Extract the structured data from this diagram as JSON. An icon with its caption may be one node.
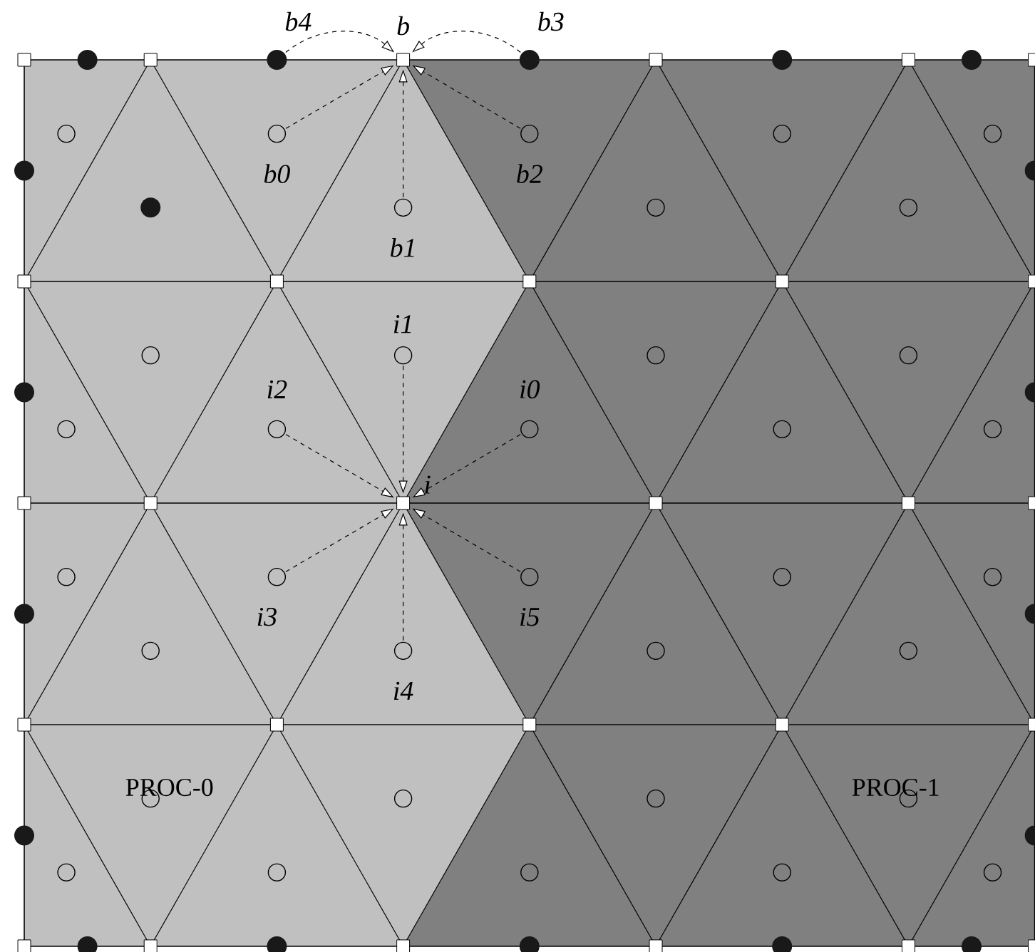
{
  "diagram": {
    "nodes": [
      {
        "text": [
          "b4"
        ]
      },
      {
        "text": [
          "b"
        ]
      },
      {
        "text": [
          "b3"
        ]
      },
      {
        "text": [
          "b0"
        ]
      },
      {
        "text": [
          "b2"
        ]
      },
      {
        "text": [
          "b1"
        ]
      },
      {
        "text": [
          "i1"
        ]
      },
      {
        "text": [
          "i2"
        ]
      },
      {
        "text": [
          "i0"
        ]
      },
      {
        "text": [
          "i"
        ]
      },
      {
        "text": [
          "i3"
        ]
      },
      {
        "text": [
          "i5"
        ]
      },
      {
        "text": [
          "i4"
        ]
      },
      {
        "text": [],
        "shape": "circle"
      },
      {
        "text": [],
        "shape": "circle"
      },
      {
        "text": [],
        "shape": "dot"
      },
      {
        "text": [],
        "shape": "circle"
      },
      {
        "text": [],
        "shape": "circle"
      },
      {
        "text": [],
        "shape": "circle"
      },
      {
        "text": [],
        "shape": "circle"
      },
      {
        "text": [],
        "shape": "circle"
      },
      {
        "text": [],
        "shape": "circle"
      },
      {
        "text": [],
        "shape": "circle"
      },
      {
        "text": [],
        "shape": "circle"
      },
      {
        "text": [],
        "shape": "circle"
      },
      {
        "text": [],
        "shape": "circle"
      },
      {
        "text": [],
        "shape": "circle"
      },
      {
        "text": [],
        "shape": "circle"
      },
      {
        "text": [],
        "shape": "circle"
      },
      {
        "text": [],
        "shape": "circle"
      },
      {
        "text": [],
        "shape": "circle"
      },
      {
        "text": [],
        "shape": "circle"
      },
      {
        "text": [],
        "shape": "circle"
      },
      {
        "text": [],
        "shape": "circle"
      },
      {
        "text": [],
        "shape": "circle"
      },
      {
        "text": [],
        "shape": "circle"
      },
      {
        "text": [],
        "shape": "circle"
      },
      {
        "text": [],
        "shape": "circle"
      },
      {
        "text": [],
        "shape": "circle"
      },
      {
        "text": [],
        "shape": "circle"
      },
      {
        "text": [],
        "shape": "dot"
      },
      {
        "text": [],
        "shape": "dot"
      },
      {
        "text": [],
        "shape": "dot"
      },
      {
        "text": [],
        "shape": "dot"
      },
      {
        "text": [],
        "shape": "dot"
      },
      {
        "text": [],
        "shape": "dot"
      },
      {
        "text": [],
        "shape": "dot"
      },
      {
        "text": [],
        "shape": "dot"
      },
      {
        "text": [],
        "shape": "dot"
      },
      {
        "text": [],
        "shape": "dot"
      },
      {
        "text": [],
        "shape": "dot"
      },
      {
        "text": [],
        "shape": "dot"
      },
      {
        "text": [],
        "shape": "dot"
      },
      {
        "text": [],
        "shape": "dot"
      },
      {
        "text": [],
        "shape": "dot"
      },
      {
        "text": [],
        "shape": "dot"
      },
      {
        "text": [],
        "shape": "box"
      },
      {
        "text": [],
        "shape": "box"
      },
      {
        "text": [],
        "shape": "box"
      },
      {
        "text": [],
        "shape": "box"
      },
      {
        "text": [],
        "shape": "box"
      },
      {
        "text": [],
        "shape": "box"
      },
      {
        "text": [],
        "shape": "box"
      },
      {
        "text": [],
        "shape": "box"
      },
      {
        "text": [],
        "shape": "box"
      },
      {
        "text": [],
        "shape": "box"
      },
      {
        "text": [],
        "shape": "box"
      },
      {
        "text": [],
        "shape": "box"
      },
      {
        "text": [],
        "shape": "box"
      },
      {
        "text": [],
        "shape": "box"
      },
      {
        "text": [],
        "shape": "box"
      },
      {
        "text": [],
        "shape": "box"
      },
      {
        "text": [],
        "shape": "box"
      },
      {
        "text": [],
        "shape": "box"
      },
      {
        "text": [],
        "shape": "box"
      },
      {
        "text": [],
        "shape": "box"
      },
      {
        "text": [],
        "shape": "box"
      },
      {
        "text": [],
        "shape": "box"
      },
      {
        "text": [],
        "shape": "box"
      },
      {
        "text": [],
        "shape": "box"
      },
      {
        "text": [],
        "shape": "box"
      },
      {
        "text": [],
        "shape": "box"
      }
    ],
    "edges": [
      {
        "from": 0,
        "to": 1,
        "arrow": "to",
        "style": "dashed"
      },
      {
        "from": 2,
        "to": 1,
        "arrow": "to",
        "style": "dashed"
      },
      {
        "from": 3,
        "to": 1,
        "arrow": "to",
        "style": "dashed"
      },
      {
        "from": 5,
        "to": 1,
        "arrow": "to",
        "style": "dashed"
      },
      {
        "from": 4,
        "to": 1,
        "arrow": "to",
        "style": "dashed"
      },
      {
        "from": 8,
        "to": 9,
        "arrow": "to",
        "style": "dashed"
      },
      {
        "from": 6,
        "to": 9,
        "arrow": "to",
        "style": "dashed"
      },
      {
        "from": 7,
        "to": 9,
        "arrow": "to",
        "style": "dashed"
      },
      {
        "from": 10,
        "to": 9,
        "arrow": "to",
        "style": "dashed"
      },
      {
        "from": 12,
        "to": 9,
        "arrow": "to",
        "style": "dashed"
      },
      {
        "from": 11,
        "to": 9,
        "arrow": "to",
        "style": "dashed"
      }
    ],
    "labels": [
      "PROC-0",
      "PROC-1"
    ]
  }
}
